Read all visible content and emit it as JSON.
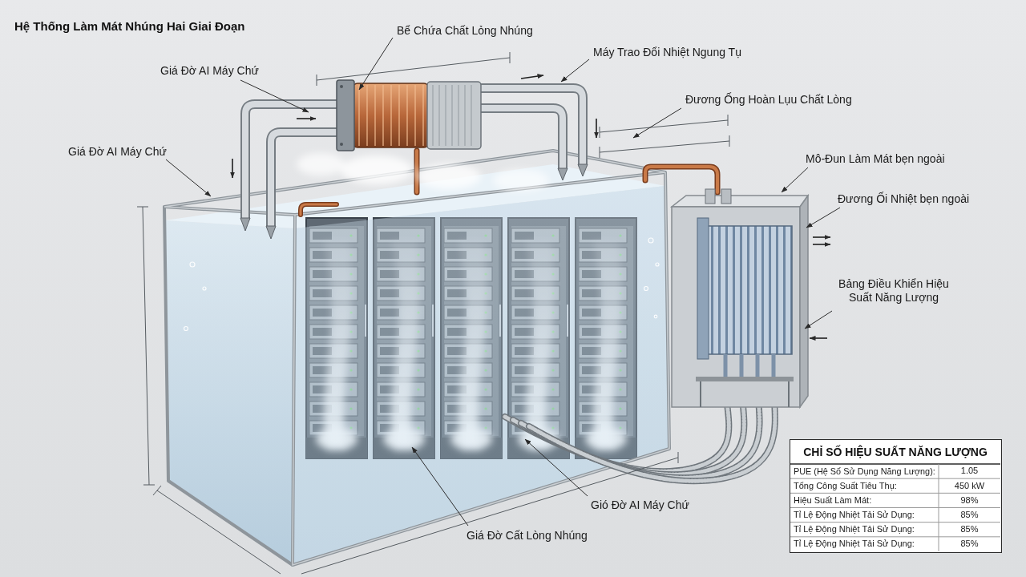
{
  "diagram": {
    "title": "Hệ Thống Làm Mát Nhúng Hai Giai Đoạn",
    "nodes": [
      {
        "text": [
          "CHỈ SỐ HIỆU SUẤT NĂNG LƯỢNG"
        ]
      }
    ],
    "labels": [
      "Bể Chứa Chất Lỏng Nhúng",
      "Máy Trao Đổi Nhiệt Ngung Tụ",
      "Giá Đờ AI Máy Chứ",
      "Đương Ống Hoàn Lụu Chất Lòng",
      "Giá Đờ AI Máy Chứ",
      "Mô-Đun Làm Mát bẹn ngoài",
      "Đương Ối Nhiệt bẹn ngoài",
      "Bảng Điều Khiển Hiệu Suất Năng Lượng",
      "Gió Đờ AI Máy Chứ",
      "Giá Đờ Cất Lòng Nhúng",
      "PUE (Hệ Số Sử Dụng Năng Lượng):",
      "1.05",
      "Tổng Công Suất Tiêu Thụ:",
      "450 kW",
      "Hiệu Suất Làm Mát:",
      "98%",
      "Tỉ Lệ Động Nhiệt Tải Sử Dụng:",
      "85%",
      "Tỉ Lệ Động Nhiệt Tải Sử Dụng:",
      "85%",
      "Tỉ Lệ Động Nhiệt Tải Sử Dụng:",
      "85%"
    ]
  }
}
